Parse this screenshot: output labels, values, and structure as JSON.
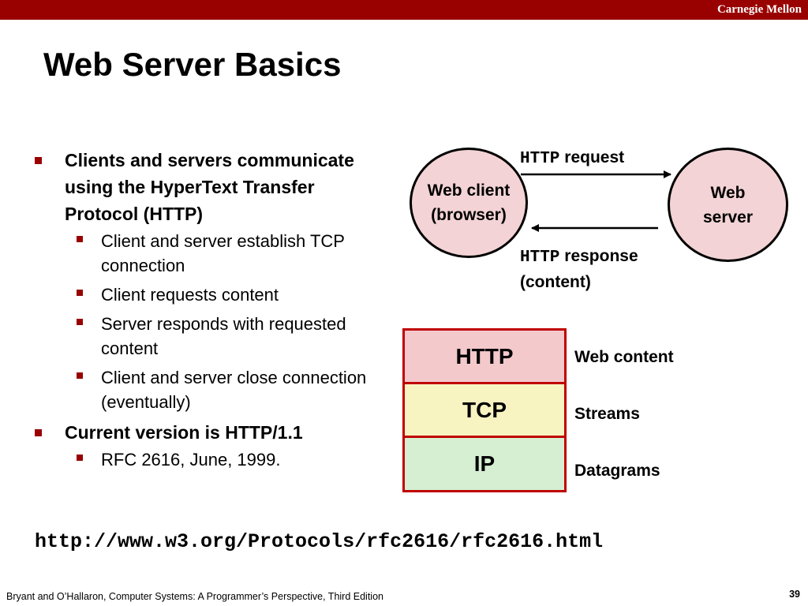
{
  "header": {
    "brand": "Carnegie Mellon"
  },
  "slide": {
    "title": "Web Server Basics"
  },
  "bullets": [
    {
      "text": "Clients and servers communicate using  the HyperText Transfer Protocol (HTTP)",
      "subs": [
        "Client and server establish TCP connection",
        "Client requests content",
        "Server responds with requested content",
        "Client and server close connection (eventually)"
      ]
    },
    {
      "text": "Current version is HTTP/1.1",
      "subs": [
        "RFC 2616, June, 1999."
      ]
    }
  ],
  "diagram": {
    "client_label": "Web client (browser)",
    "server_label": "Web server",
    "request_code": "HTTP",
    "request_text": "request",
    "response_code": "HTTP",
    "response_text": "response",
    "response_sub": "(content)"
  },
  "stack": {
    "layers": [
      "HTTP",
      "TCP",
      "IP"
    ],
    "descriptions": [
      "Web content",
      "Streams",
      "Datagrams"
    ],
    "colors": [
      "#f3c9cc",
      "#f7f4c2",
      "#d6efd3"
    ]
  },
  "url": "http://www.w3.org/Protocols/rfc2616/rfc2616.html",
  "footer": {
    "citation": "Bryant and O’Hallaron, Computer Systems: A Programmer’s Perspective, Third Edition",
    "page": "39"
  },
  "colors": {
    "accent": "#990000",
    "stack_border": "#c00000"
  }
}
